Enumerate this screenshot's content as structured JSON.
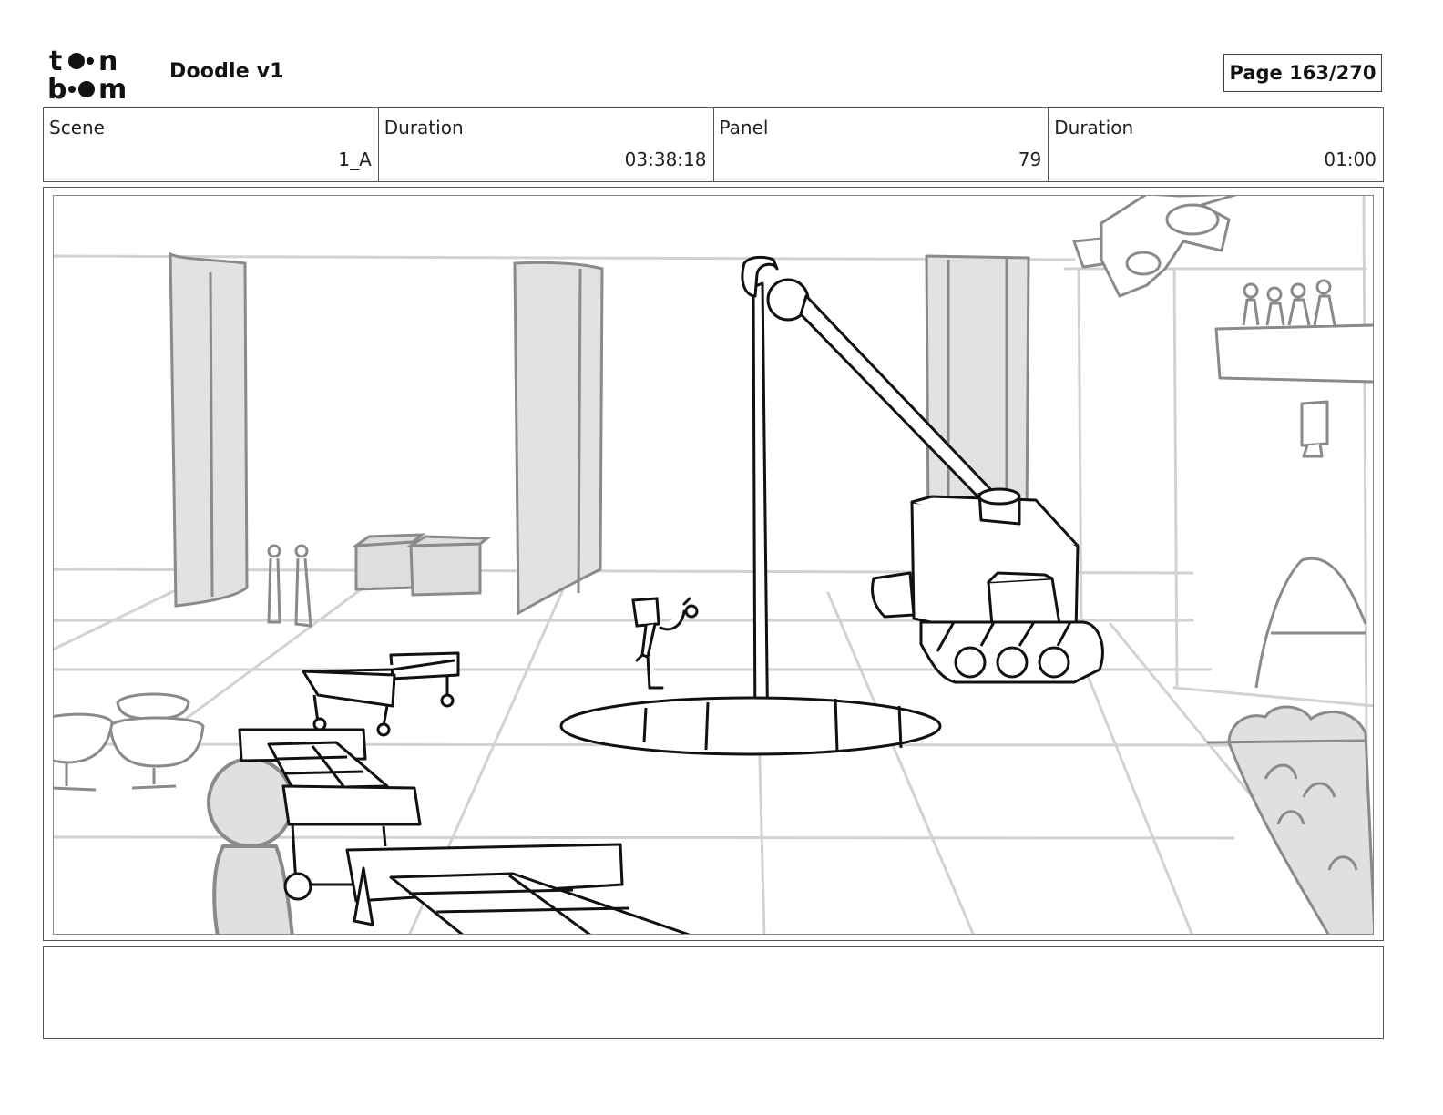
{
  "header": {
    "logo_name": "toon-boom-logo",
    "logo_text": "toon boom",
    "project_title": "Doodle v1",
    "page_label": "Page 163/270"
  },
  "info": [
    {
      "label": "Scene",
      "value": "1_A"
    },
    {
      "label": "Duration",
      "value": "03:38:18"
    },
    {
      "label": "Panel",
      "value": "79"
    },
    {
      "label": "Duration",
      "value": "01:00"
    }
  ],
  "panel": {
    "content": "storyboard sketch"
  },
  "notes": {
    "text": ""
  },
  "colors": {
    "border": "#555555",
    "sketch_black": "#111111",
    "sketch_gray": "#8a8a8a",
    "fill_gray": "#e0e0e0",
    "light_lines": "#cfcfcf"
  }
}
